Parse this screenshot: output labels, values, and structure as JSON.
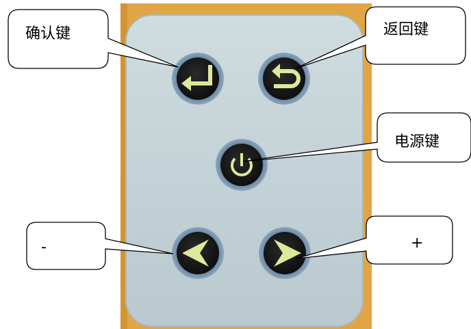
{
  "colors": {
    "housing": "#E2A545",
    "housing_edge": "#C98A2A",
    "panel": "#C6D4D9",
    "button_face": "#151515",
    "button_ring": "#5E7FA1",
    "glyph": "#DDE89A",
    "callout_fill": "#FFFFFF",
    "callout_stroke": "#000000"
  },
  "labels": {
    "confirm": "确认键",
    "back": "返回键",
    "power": "电源键",
    "minus": "-",
    "plus": "+"
  },
  "icons": {
    "confirm": "enter-arrow-icon",
    "back": "return-arrow-icon",
    "power": "power-icon",
    "minus": "left-arrow-icon",
    "plus": "right-arrow-icon"
  }
}
